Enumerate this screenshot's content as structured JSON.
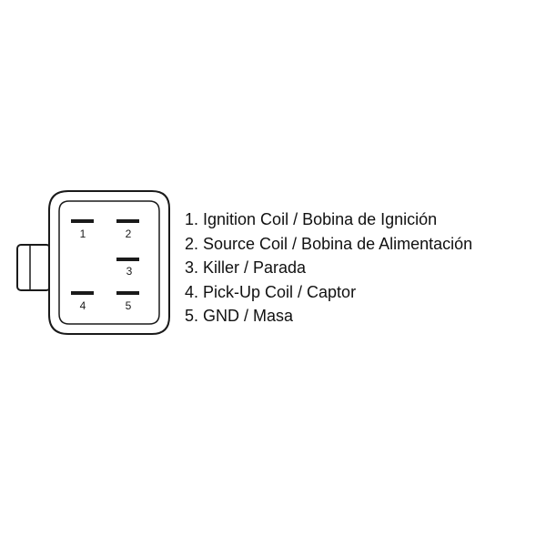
{
  "connector": {
    "pins": [
      {
        "number": "1"
      },
      {
        "number": "2"
      },
      {
        "number": "3"
      },
      {
        "number": "4"
      },
      {
        "number": "5"
      }
    ]
  },
  "legend": {
    "items": [
      "1. Ignition Coil / Bobina de Ignición",
      "2. Source Coil / Bobina de Alimentación",
      "3. Killer / Parada",
      "4. Pick-Up Coil / Captor",
      "5. GND / Masa"
    ]
  },
  "colors": {
    "line": "#1a1a1a",
    "background": "#ffffff"
  }
}
